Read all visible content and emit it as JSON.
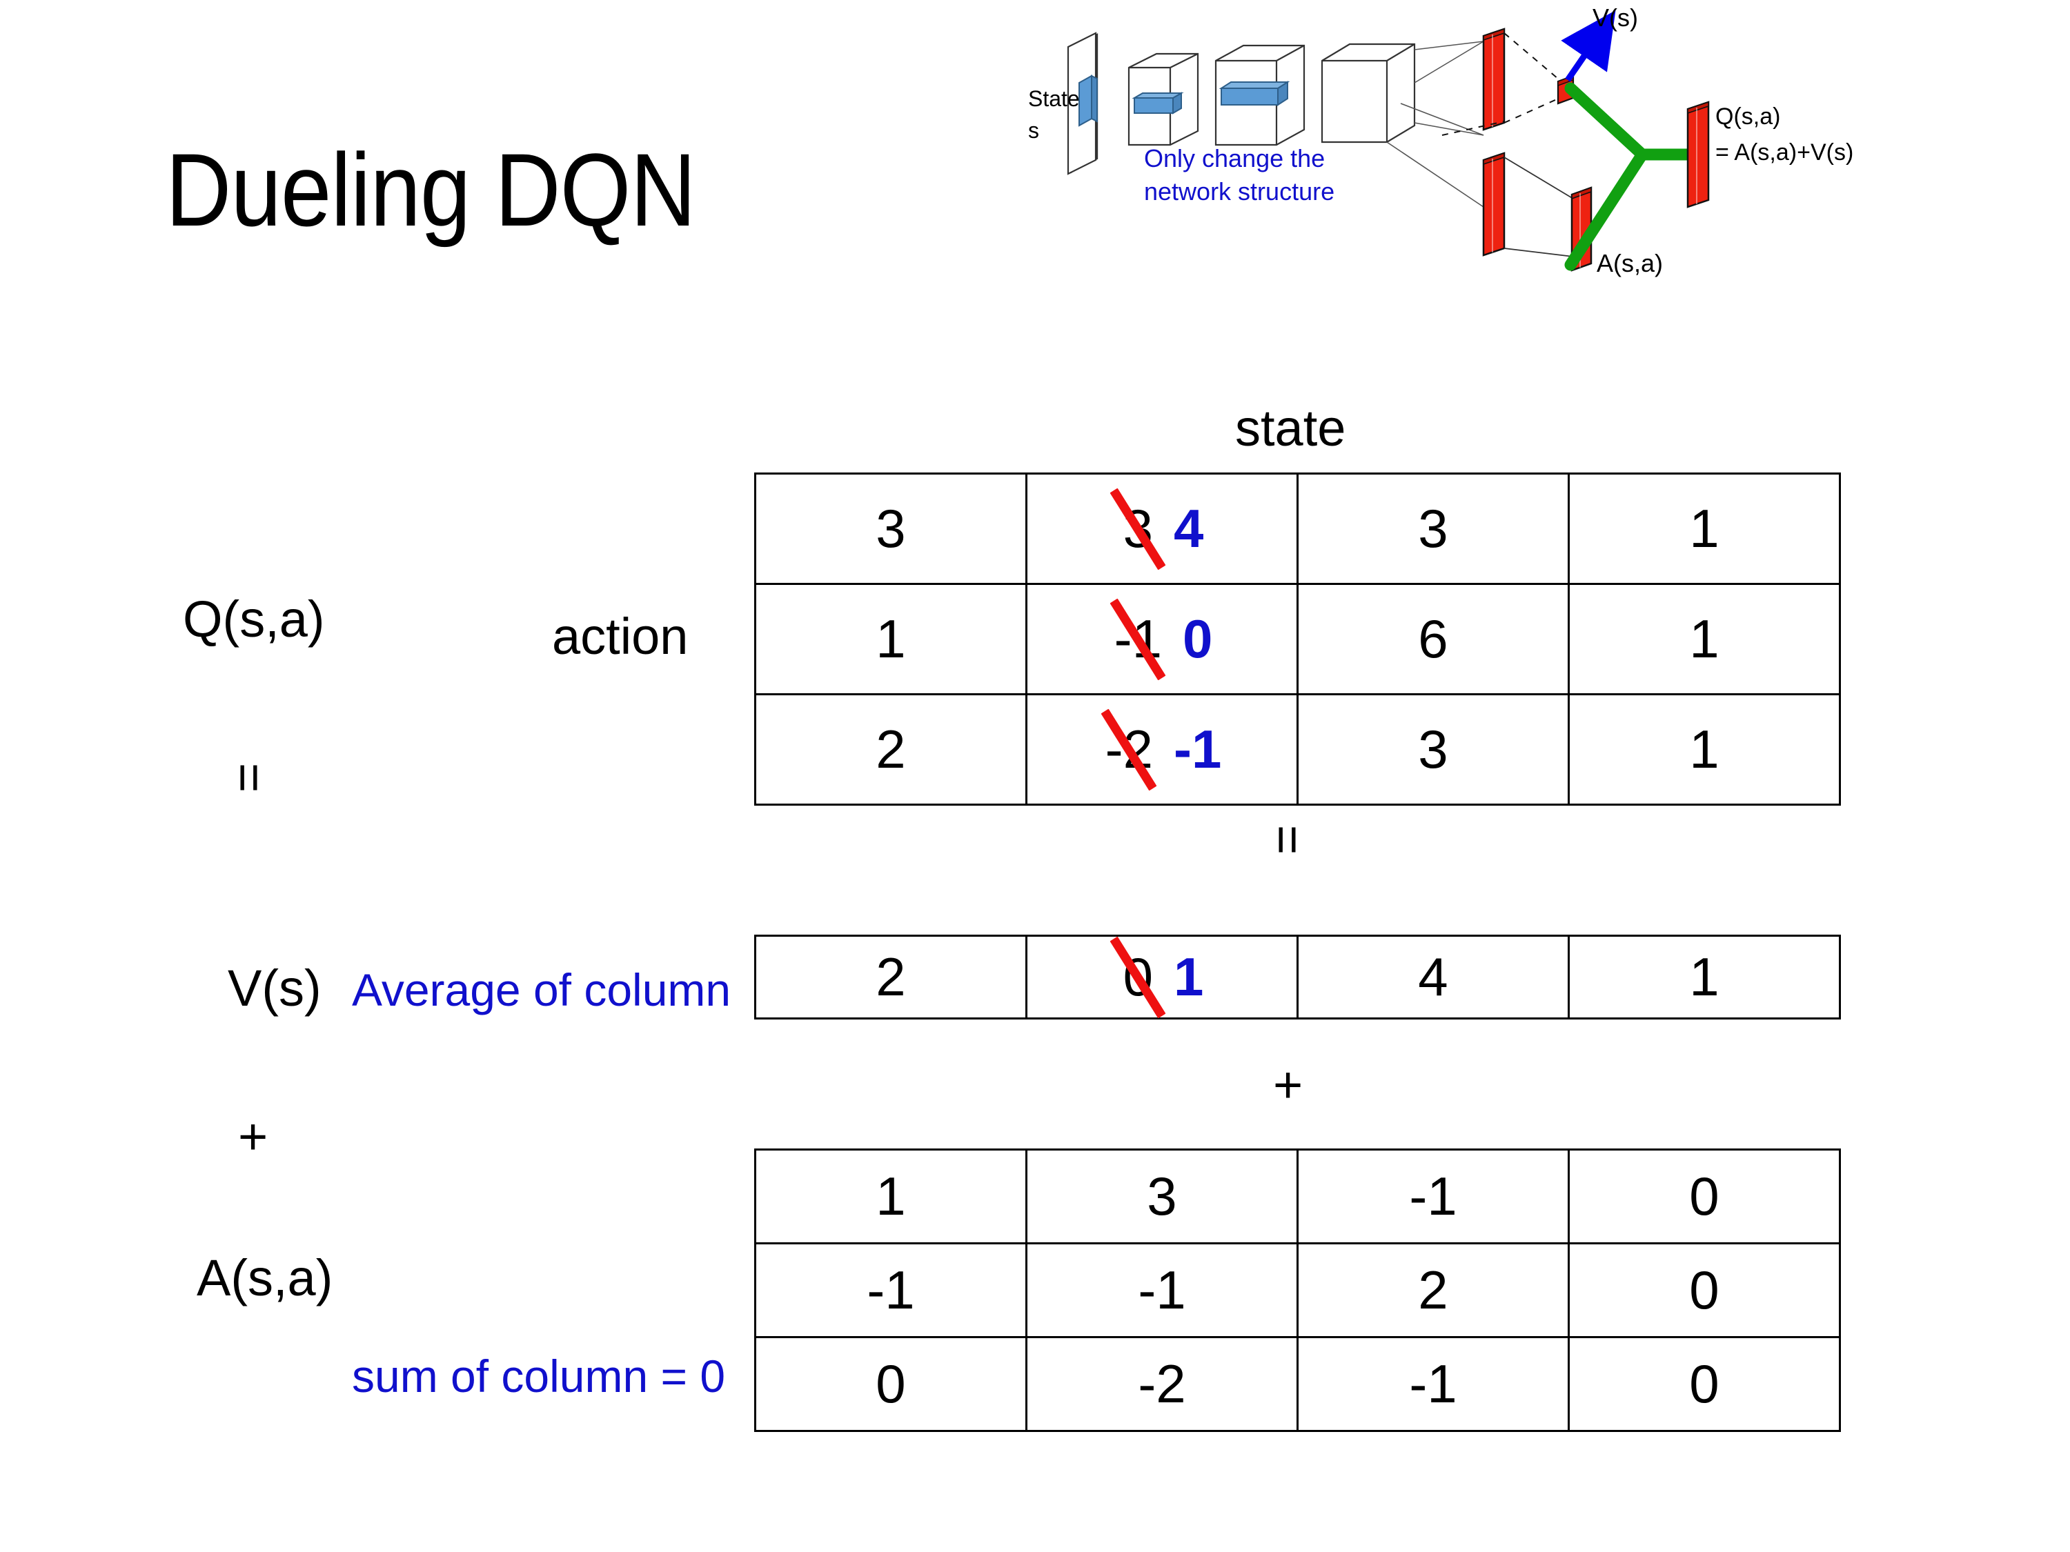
{
  "title": "Dueling DQN",
  "diagram": {
    "state_label_line1": "State",
    "state_label_line2": "s",
    "note_line1": "Only change the",
    "note_line2": "network structure",
    "v_label": "V(s)",
    "a_label": "A(s,a)",
    "q_label_line1": "Q(s,a)",
    "q_label_line2": "= A(s,a)+V(s)",
    "colors": {
      "blue_text": "#1010CC",
      "red_bar": "#EE2211",
      "green_link": "#11A011",
      "blue_slab": "#5B9BD5",
      "blue_arrow": "#0000EE"
    }
  },
  "labels": {
    "state": "state",
    "action": "action",
    "q_fn": "Q(s,a)",
    "v_fn": "V(s)",
    "a_fn": "A(s,a)",
    "equals_q_v": "=",
    "equals_mid": "=",
    "plus_left": "+",
    "plus_mid": "+",
    "average_of_column": "Average of column",
    "sum_of_column": "sum of column = 0"
  },
  "colors": {
    "annotation_blue": "#1010CC",
    "strike_red": "#EE1111",
    "grid_black": "#000000",
    "background": "#FFFFFF"
  },
  "chart_data": {
    "type": "table",
    "title": "Dueling DQN: Q(s,a) = V(s) + A(s,a)",
    "xlabel": "state",
    "ylabel": "action",
    "tables": [
      {
        "name": "Q(s,a)",
        "rows": [
          [
            {
              "value": "3"
            },
            {
              "value": "3",
              "struck": true,
              "replacement": "4"
            },
            {
              "value": "3"
            },
            {
              "value": "1"
            }
          ],
          [
            {
              "value": "1"
            },
            {
              "value": "-1",
              "struck": true,
              "replacement": "0"
            },
            {
              "value": "6"
            },
            {
              "value": "1"
            }
          ],
          [
            {
              "value": "2"
            },
            {
              "value": "-2",
              "struck": true,
              "replacement": "-1"
            },
            {
              "value": "3"
            },
            {
              "value": "1"
            }
          ]
        ]
      },
      {
        "name": "V(s)",
        "rows": [
          [
            {
              "value": "2"
            },
            {
              "value": "0",
              "struck": true,
              "replacement": "1"
            },
            {
              "value": "4"
            },
            {
              "value": "1"
            }
          ]
        ]
      },
      {
        "name": "A(s,a)",
        "rows": [
          [
            {
              "value": "1"
            },
            {
              "value": "3"
            },
            {
              "value": "-1"
            },
            {
              "value": "0"
            }
          ],
          [
            {
              "value": "-1"
            },
            {
              "value": "-1"
            },
            {
              "value": "2"
            },
            {
              "value": "0"
            }
          ],
          [
            {
              "value": "0"
            },
            {
              "value": "-2"
            },
            {
              "value": "-1"
            },
            {
              "value": "0"
            }
          ]
        ]
      }
    ],
    "annotations": [
      "Average of column",
      "sum of column = 0",
      "Only change the network structure"
    ]
  }
}
